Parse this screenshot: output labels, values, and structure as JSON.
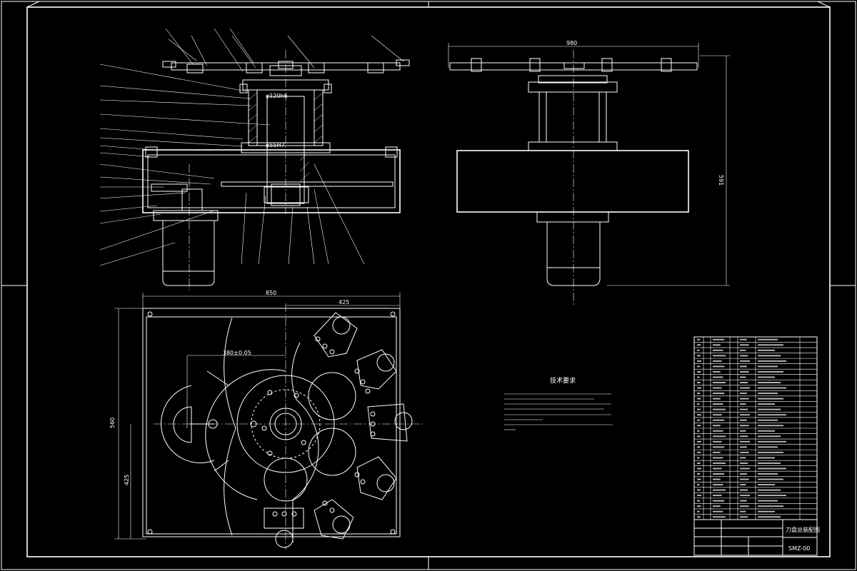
{
  "drawing": {
    "title_block": {
      "drawing_name": "刀盘总装配图",
      "drawing_number": "SMZ-00"
    },
    "technical_requirements": {
      "heading": "技术要求"
    },
    "dimensions": {
      "top_right_width": "980",
      "top_right_height": "591",
      "bottom_width": "850",
      "bottom_half_width": "425",
      "bottom_height": "560",
      "bottom_half_height": "425",
      "radius_label": "380±0.05",
      "shaft_fit_1": "φ120h6",
      "shaft_fit_2": "φ55H7"
    }
  }
}
